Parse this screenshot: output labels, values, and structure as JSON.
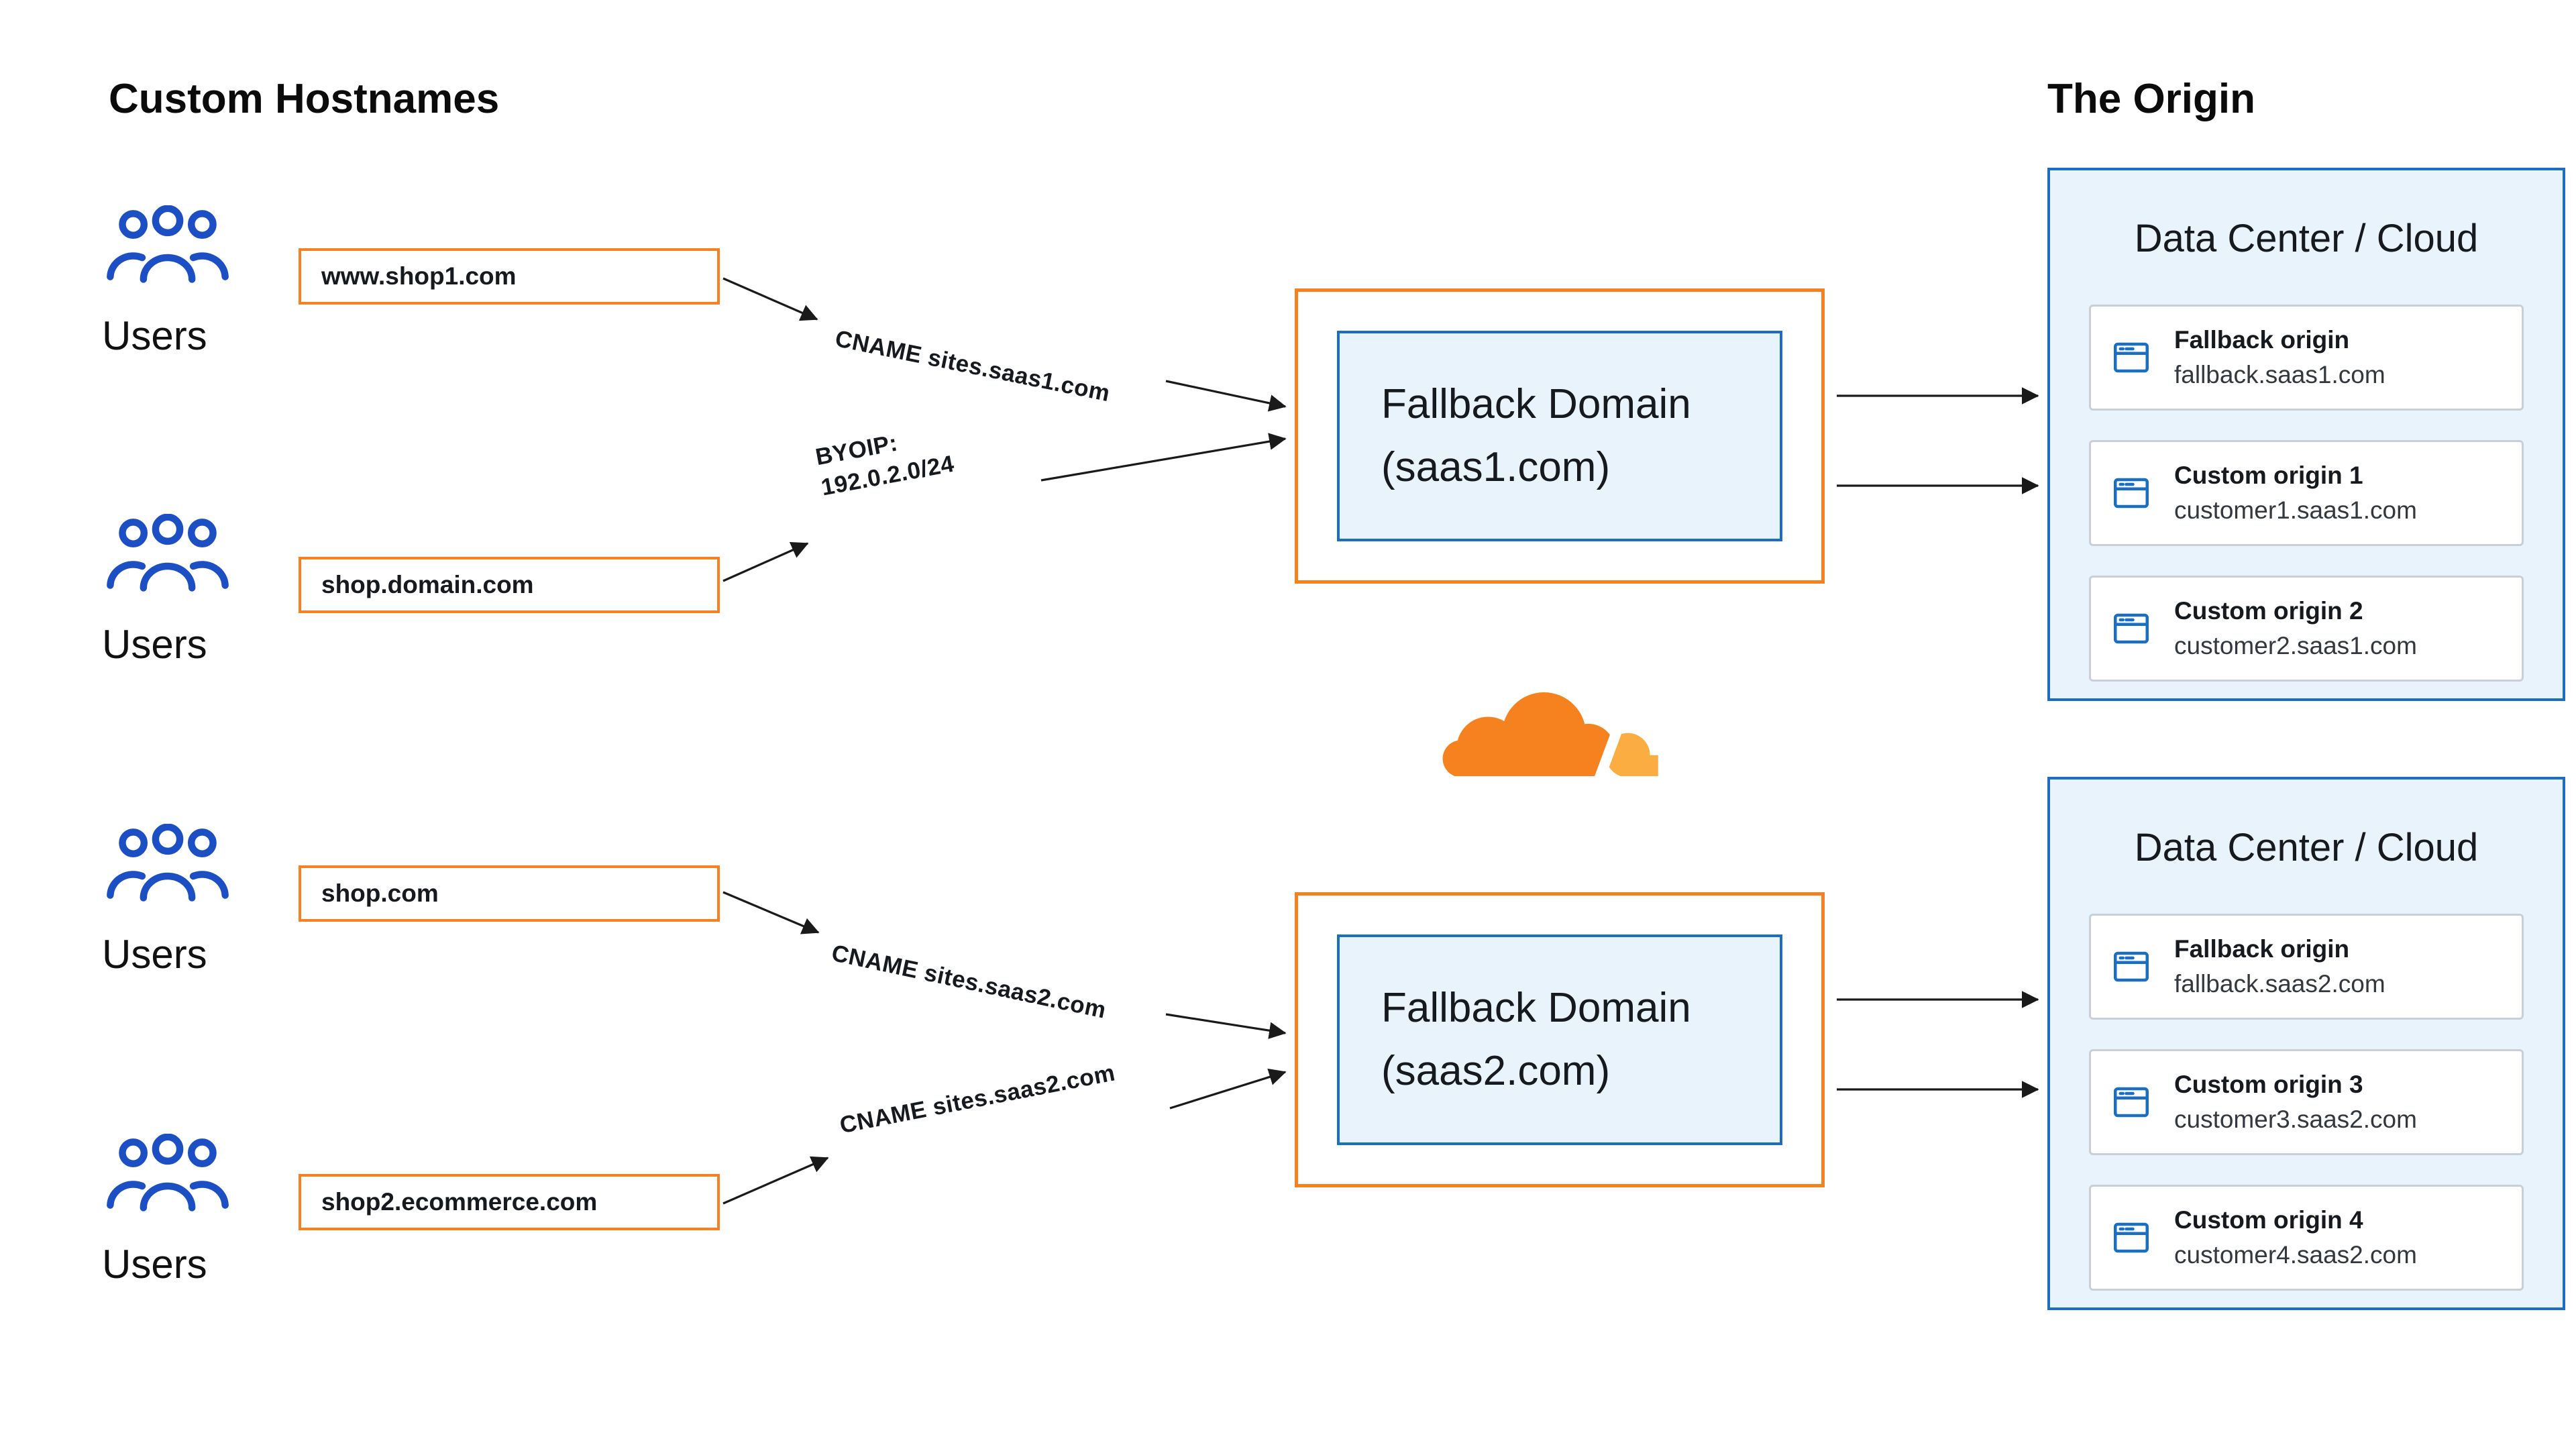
{
  "colors": {
    "orange": "#F6821F",
    "orange_light": "#FBAD41",
    "blue": "#1A6FC4",
    "users_blue": "#1D4FC4",
    "panel_bg": "#E9F3FC",
    "text": "#16191D"
  },
  "headings": {
    "custom_hostnames": "Custom Hostnames",
    "the_origin": "The Origin"
  },
  "user_groups": [
    {
      "label": "Users",
      "hostname": "www.shop1.com"
    },
    {
      "label": "Users",
      "hostname": "shop.domain.com"
    },
    {
      "label": "Users",
      "hostname": "shop.com"
    },
    {
      "label": "Users",
      "hostname": "shop2.ecommerce.com"
    }
  ],
  "edge_labels": [
    {
      "text": "CNAME sites.saas1.com"
    },
    {
      "text": "BYOIP:\n192.0.2.0/24"
    },
    {
      "text": "CNAME sites.saas2.com"
    },
    {
      "text": "CNAME sites.saas2.com"
    }
  ],
  "fallback_domains": [
    {
      "title": "Fallback Domain",
      "domain": "(saas1.com)"
    },
    {
      "title": "Fallback Domain",
      "domain": "(saas2.com)"
    }
  ],
  "data_centers": [
    {
      "title": "Data Center / Cloud",
      "origins": [
        {
          "name": "Fallback origin",
          "host": "fallback.saas1.com"
        },
        {
          "name": "Custom origin 1",
          "host": "customer1.saas1.com"
        },
        {
          "name": "Custom origin 2",
          "host": "customer2.saas1.com"
        }
      ]
    },
    {
      "title": "Data Center / Cloud",
      "origins": [
        {
          "name": "Fallback origin",
          "host": "fallback.saas2.com"
        },
        {
          "name": "Custom origin 3",
          "host": "customer3.saas2.com"
        },
        {
          "name": "Custom origin 4",
          "host": "customer4.saas2.com"
        }
      ]
    }
  ]
}
